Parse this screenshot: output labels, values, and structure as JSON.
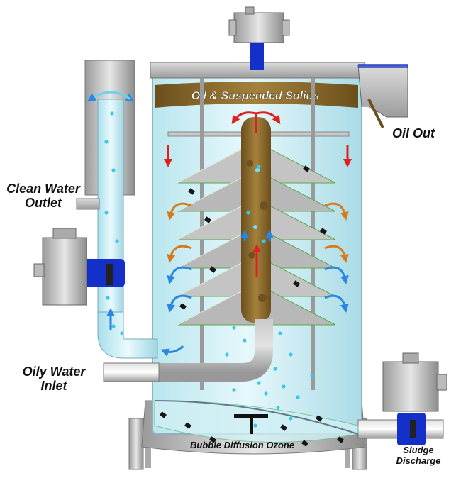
{
  "labels": {
    "oil_suspended_solids": "Oil & Suspended Solids",
    "oil_out": "Oil Out",
    "clean_water_outlet": [
      "Clean Water",
      "Outlet"
    ],
    "oily_water_inlet": [
      "Oily Water",
      "Inlet"
    ],
    "bubble_diffusion_ozone": "Bubble Diffusion Ozone",
    "sludge_discharge": [
      "Sludge",
      "Discharge"
    ]
  },
  "colors": {
    "tank_water": "#cfeff4",
    "tank_edge": "#9fb7c2",
    "steel": "#c8c8c8",
    "steel_dark": "#8f8f8f",
    "oil": "#8a6a2c",
    "oil_dark": "#6e5320",
    "cone": "#bdbdbd",
    "valve_blue": "#1430c8",
    "arrow_red": "#e02020",
    "arrow_orange": "#d97a1a",
    "arrow_blue": "#2a86e0",
    "bubble": "#3fc6ea"
  }
}
